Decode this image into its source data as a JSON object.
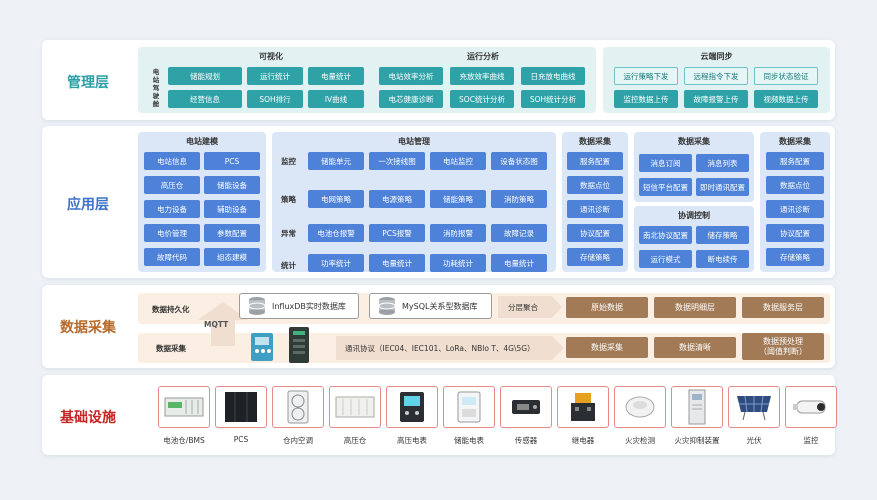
{
  "layers": {
    "management": "管理层",
    "application": "应用层",
    "collection": "数据采集",
    "infrastructure": "基础设施"
  },
  "colors": {
    "management": "#2aa0a6",
    "application": "#3d72c9",
    "collection": "#b86a2a",
    "infrastructure": "#c42424"
  },
  "mgmt": {
    "visual": {
      "title": "可视化",
      "side_label": "电站驾驶舱",
      "row1": [
        "储能规划",
        "运行统计",
        "电量统计"
      ],
      "row2": [
        "经营信息",
        "SOH排行",
        "IV曲线"
      ]
    },
    "analysis": {
      "title": "运行分析",
      "row1": [
        "电站效率分析",
        "充放效率曲线",
        "日充放电曲线"
      ],
      "row2": [
        "电芯健康诊断",
        "SOC统计分析",
        "SOH统计分析"
      ]
    },
    "cloud": {
      "title": "云端同步",
      "row1": [
        "运行策略下发",
        "远程指令下发",
        "同步状态验证"
      ],
      "row2": [
        "监控数据上传",
        "故障报警上传",
        "视频数据上传"
      ]
    }
  },
  "app": {
    "modeling": {
      "title": "电站建模",
      "rows": [
        [
          "电站信息",
          "PCS"
        ],
        [
          "高压仓",
          "储能设备"
        ],
        [
          "电力设备",
          "辅助设备"
        ],
        [
          "电价管理",
          "参数配置"
        ],
        [
          "故障代码",
          "组态建模"
        ]
      ]
    },
    "station": {
      "title": "电站管理",
      "rows": [
        {
          "label": "监控",
          "items": [
            "储能单元",
            "一次接线图",
            "电站监控",
            "设备状态图"
          ]
        },
        {
          "label": "策略",
          "items": [
            "电网策略",
            "电源策略",
            "储能策略",
            "消防策略"
          ]
        },
        {
          "label": "异常",
          "items": [
            "电池仓报警",
            "PCS报警",
            "消防报警",
            "故障记录"
          ]
        },
        {
          "label": "统计",
          "items": [
            "功率统计",
            "电量统计",
            "功耗统计",
            "电量统计"
          ]
        }
      ]
    },
    "collect1": {
      "title": "数据采集",
      "items": [
        "服务配置",
        "数据点位",
        "通讯诊断",
        "协议配置",
        "存储策略"
      ]
    },
    "collect2": {
      "title": "数据采集",
      "rows": [
        [
          "消息订阅",
          "消息列表"
        ],
        [
          "短信平台配置",
          "即时通讯配置"
        ]
      ]
    },
    "coord": {
      "title": "协调控制",
      "rows": [
        [
          "南北协议配置",
          "储存策略"
        ],
        [
          "运行模式",
          "断电续传"
        ]
      ]
    },
    "collect3": {
      "title": "数据采集",
      "items": [
        "服务配置",
        "数据点位",
        "通讯诊断",
        "协议配置",
        "存储策略"
      ]
    }
  },
  "collection": {
    "persist_label": "数据持久化",
    "collect_label": "数据采集",
    "mqtt": "MQTT",
    "influx": "InfluxDB实时数据库",
    "mysql": "MySQL关系型数据库",
    "layered": "分层聚合",
    "protocol": "通讯协议（IEC04、IEC101、LoRa、NBlo T、4G\\5G）",
    "row1": [
      "原始数据",
      "数据明细层",
      "数据服务层"
    ],
    "row2": [
      "数据采集",
      "数据清晰",
      "数据预处理\n（阈值判断）"
    ]
  },
  "infra": {
    "devices": [
      {
        "label": "电池仓/BMS",
        "icon": "battery-container-icon"
      },
      {
        "label": "PCS",
        "icon": "pcs-cabinet-icon"
      },
      {
        "label": "仓内空调",
        "icon": "air-conditioner-icon"
      },
      {
        "label": "高压仓",
        "icon": "high-voltage-cabin-icon"
      },
      {
        "label": "高压电表",
        "icon": "high-voltage-meter-icon"
      },
      {
        "label": "储能电表",
        "icon": "energy-meter-icon"
      },
      {
        "label": "传感器",
        "icon": "sensor-icon"
      },
      {
        "label": "继电器",
        "icon": "relay-icon"
      },
      {
        "label": "火灾检测",
        "icon": "smoke-detector-icon"
      },
      {
        "label": "火灾抑制装置",
        "icon": "fire-suppression-icon"
      },
      {
        "label": "光伏",
        "icon": "solar-panel-icon"
      },
      {
        "label": "监控",
        "icon": "cctv-camera-icon"
      }
    ]
  }
}
